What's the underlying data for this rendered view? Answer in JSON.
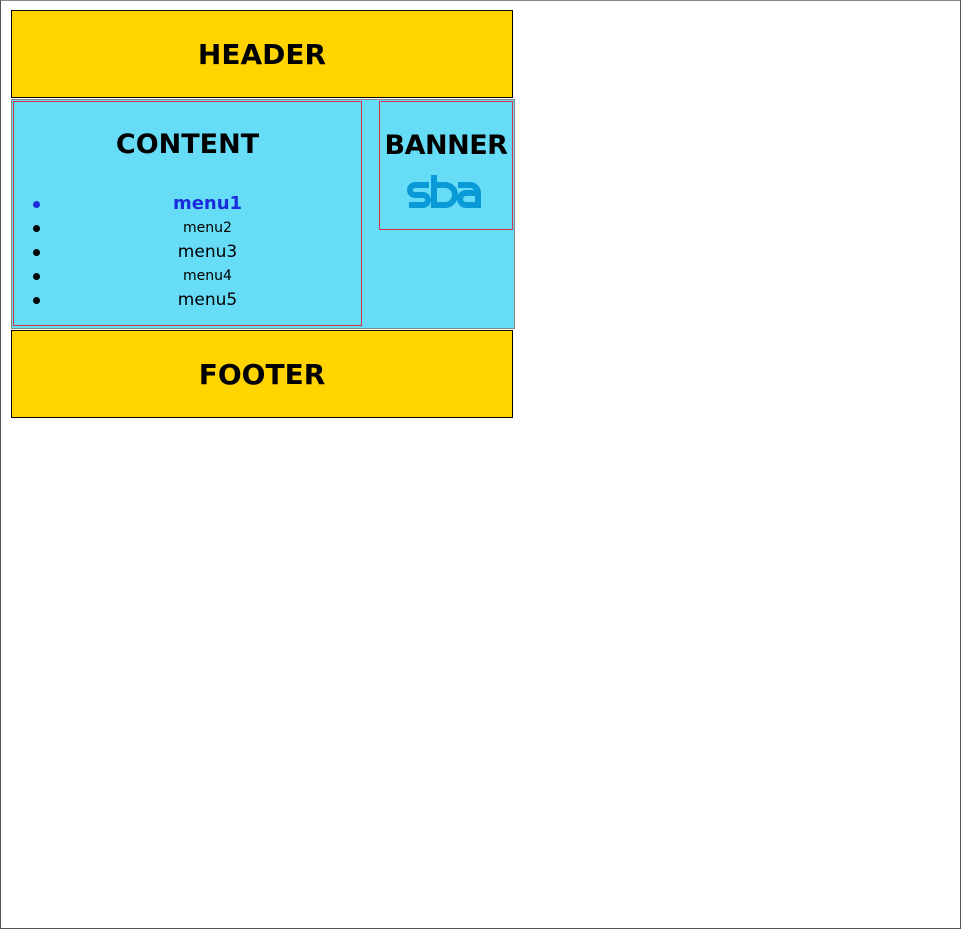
{
  "header": {
    "title": "HEADER"
  },
  "content": {
    "title": "CONTENT",
    "menu": [
      {
        "label": "menu1",
        "active": true
      },
      {
        "label": "menu2"
      },
      {
        "label": "menu3"
      },
      {
        "label": "menu4"
      },
      {
        "label": "menu5"
      }
    ]
  },
  "banner": {
    "title": "BANNER",
    "logo": {
      "icon": "sba-logo",
      "text": "sba",
      "color": "#0a9ad8"
    }
  },
  "footer": {
    "title": "FOOTER"
  },
  "colors": {
    "header_footer_bg": "#ffd400",
    "middle_bg": "#66dcf6",
    "active_menu": "#1a2cdc",
    "box_border": "#d2334a"
  }
}
